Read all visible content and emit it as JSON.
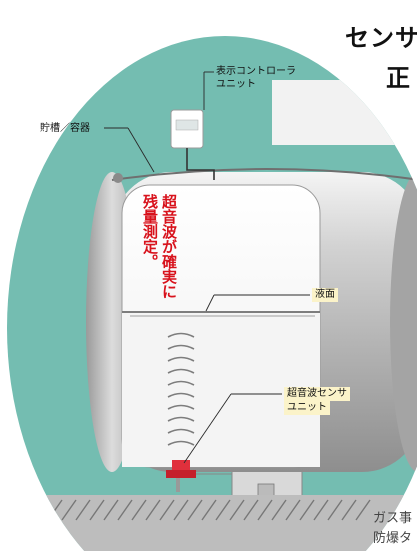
{
  "heading": {
    "line1": "センサ",
    "line2": "正"
  },
  "labels": {
    "controller_line1": "表示コントローラ",
    "controller_line2": "ユニット",
    "tank": "貯槽／容器",
    "liquid_surface": "液面",
    "sensor_line1": "超音波センサ",
    "sensor_line2": "ユニット"
  },
  "callout": {
    "line1": "超音波が確実に",
    "line2": "残量測定。"
  },
  "bottom_text": {
    "line1": "ガス事",
    "line2": "防爆タ"
  },
  "colors": {
    "background_teal": "#74bdb1",
    "callout_red": "#d8121c",
    "label_bg": "#fbf3c9",
    "sensor_red": "#e0303c"
  }
}
